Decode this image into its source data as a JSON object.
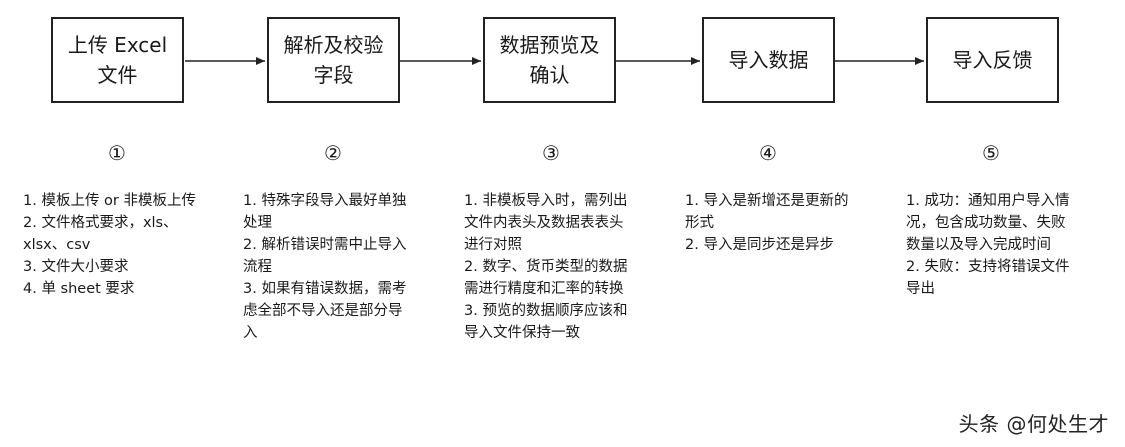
{
  "steps": [
    {
      "title": "上传 Excel\n文件",
      "number": "①",
      "notes": [
        "1. 模板上传 or 非模板上传",
        "2. 文件格式要求，xls、",
        "xlsx、csv",
        "3. 文件大小要求",
        "4. 单 sheet 要求"
      ]
    },
    {
      "title": "解析及校验\n字段",
      "number": "②",
      "notes": [
        "1. 特殊字段导入最好单独",
        "处理",
        "2. 解析错误时需中止导入",
        "流程",
        "3. 如果有错误数据，需考",
        "虑全部不导入还是部分导",
        "入"
      ]
    },
    {
      "title": "数据预览及\n确认",
      "number": "③",
      "notes": [
        "1. 非模板导入时，需列出",
        "文件内表头及数据表表头",
        "进行对照",
        "2. 数字、货币类型的数据",
        "需进行精度和汇率的转换",
        "3. 预览的数据顺序应该和",
        "导入文件保持一致"
      ]
    },
    {
      "title": "导入数据",
      "number": "④",
      "notes": [
        "1. 导入是新增还是更新的",
        "形式",
        "2. 导入是同步还是异步"
      ]
    },
    {
      "title": "导入反馈",
      "number": "⑤",
      "notes": [
        "1. 成功：通知用户导入情",
        "况，包含成功数量、失败",
        "数量以及导入完成时间",
        "2. 失败：支持将错误文件",
        "导出"
      ]
    }
  ],
  "watermark": "头条 @何处生才"
}
